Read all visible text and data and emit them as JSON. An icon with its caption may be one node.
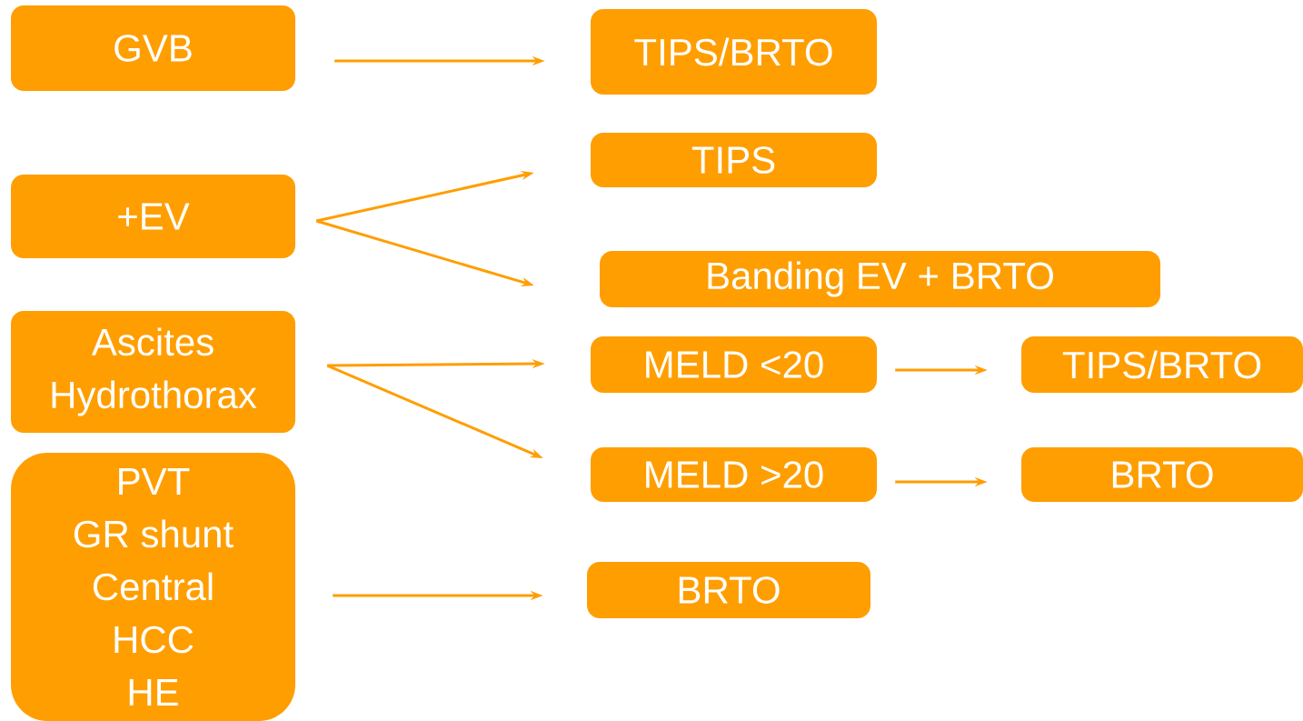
{
  "diagram": {
    "nodes": [
      {
        "text": [
          "GVB"
        ]
      },
      {
        "text": [
          "TIPS/BRTO"
        ]
      },
      {
        "text": [
          "+EV"
        ]
      },
      {
        "text": [
          "TIPS"
        ]
      },
      {
        "text": [
          "Banding EV + BRTO"
        ]
      },
      {
        "text": [
          "Ascites",
          "Hydrothorax"
        ]
      },
      {
        "text": [
          "MELD <20"
        ]
      },
      {
        "text": [
          "TIPS/BRTO"
        ]
      },
      {
        "text": [
          "MELD >20"
        ]
      },
      {
        "text": [
          "BRTO"
        ]
      },
      {
        "text": [
          "PVT",
          "GR shunt",
          "Central",
          "HCC",
          "HE"
        ]
      },
      {
        "text": [
          "BRTO"
        ]
      }
    ],
    "edges": [
      {
        "from": 0,
        "to": 1,
        "arrow": "to"
      },
      {
        "from": 2,
        "to": 3,
        "arrow": "to"
      },
      {
        "from": 2,
        "to": 4,
        "arrow": "to"
      },
      {
        "from": 5,
        "to": 6,
        "arrow": "to"
      },
      {
        "from": 5,
        "to": 8,
        "arrow": "to"
      },
      {
        "from": 6,
        "to": 7,
        "arrow": "to"
      },
      {
        "from": 8,
        "to": 9,
        "arrow": "to"
      },
      {
        "from": 10,
        "to": 11,
        "arrow": "to"
      }
    ]
  }
}
